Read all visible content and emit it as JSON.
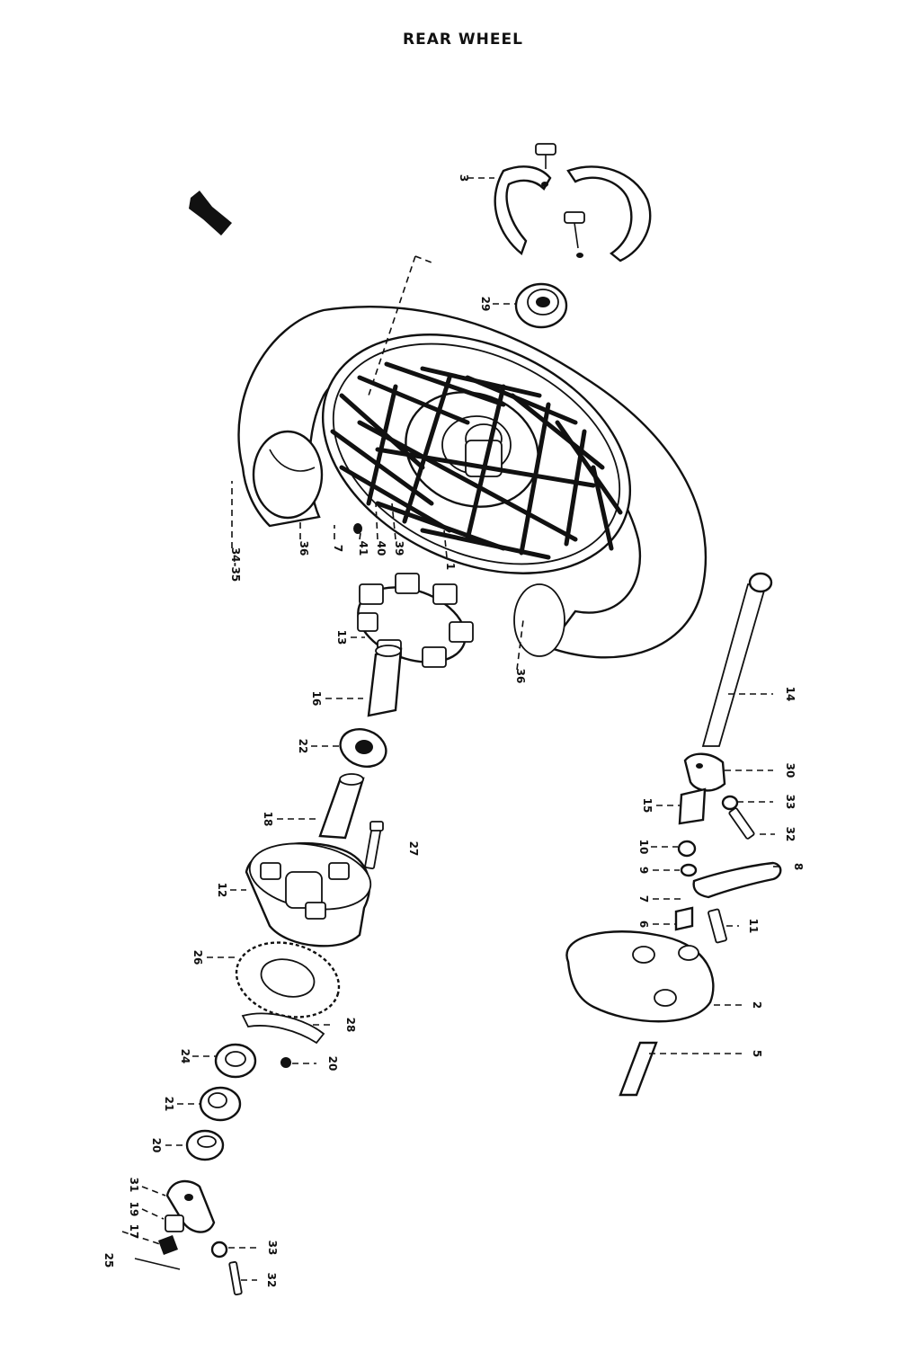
{
  "title": "REAR WHEEL",
  "callouts": [
    "3",
    "29",
    "36",
    "7",
    "41",
    "40",
    "39",
    "1",
    "34-35",
    "13",
    "36",
    "16",
    "22",
    "18",
    "27",
    "12",
    "26",
    "28",
    "24",
    "20",
    "21",
    "20",
    "31",
    "19",
    "17",
    "25",
    "33",
    "32",
    "14",
    "30",
    "15",
    "33",
    "32",
    "10",
    "9",
    "8",
    "7",
    "6",
    "11",
    "2",
    "5"
  ]
}
